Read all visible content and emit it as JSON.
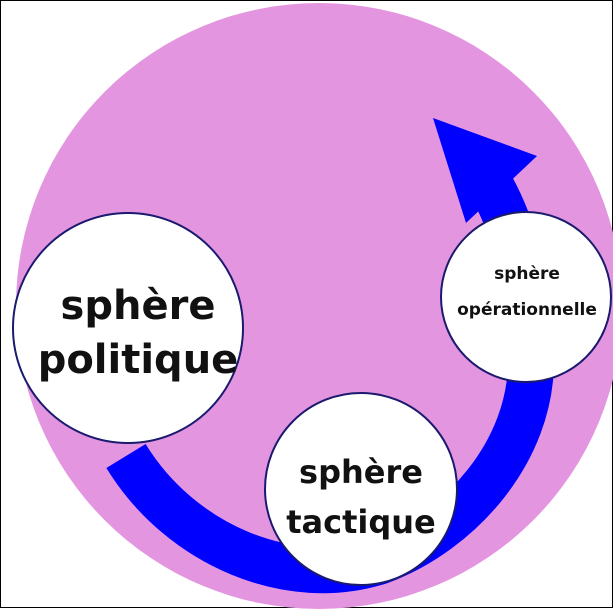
{
  "colors": {
    "background_disc": "#e495e0",
    "arrow": "#0000ff",
    "circle_fill": "#ffffff",
    "circle_stroke": "#1a1a6e",
    "text": "#111111"
  },
  "nodes": {
    "politique": {
      "line1": "sphère",
      "line2": "politique"
    },
    "tactique": {
      "line1": "sphère",
      "line2": "tactique"
    },
    "operationnelle": {
      "line1": "sphère",
      "line2": "opérationnelle"
    }
  }
}
